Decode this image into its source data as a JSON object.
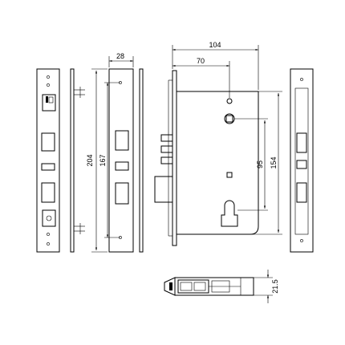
{
  "drawing": {
    "dimensions": {
      "top_depth": "28",
      "total_width": "104",
      "backset": "70",
      "faceplate_height": "204",
      "mounting_distance": "167",
      "distance_to_cylinder": "95",
      "case_height": "154",
      "thickness": "21.5"
    },
    "colors": {
      "line": "#000000",
      "background": "#ffffff"
    }
  }
}
